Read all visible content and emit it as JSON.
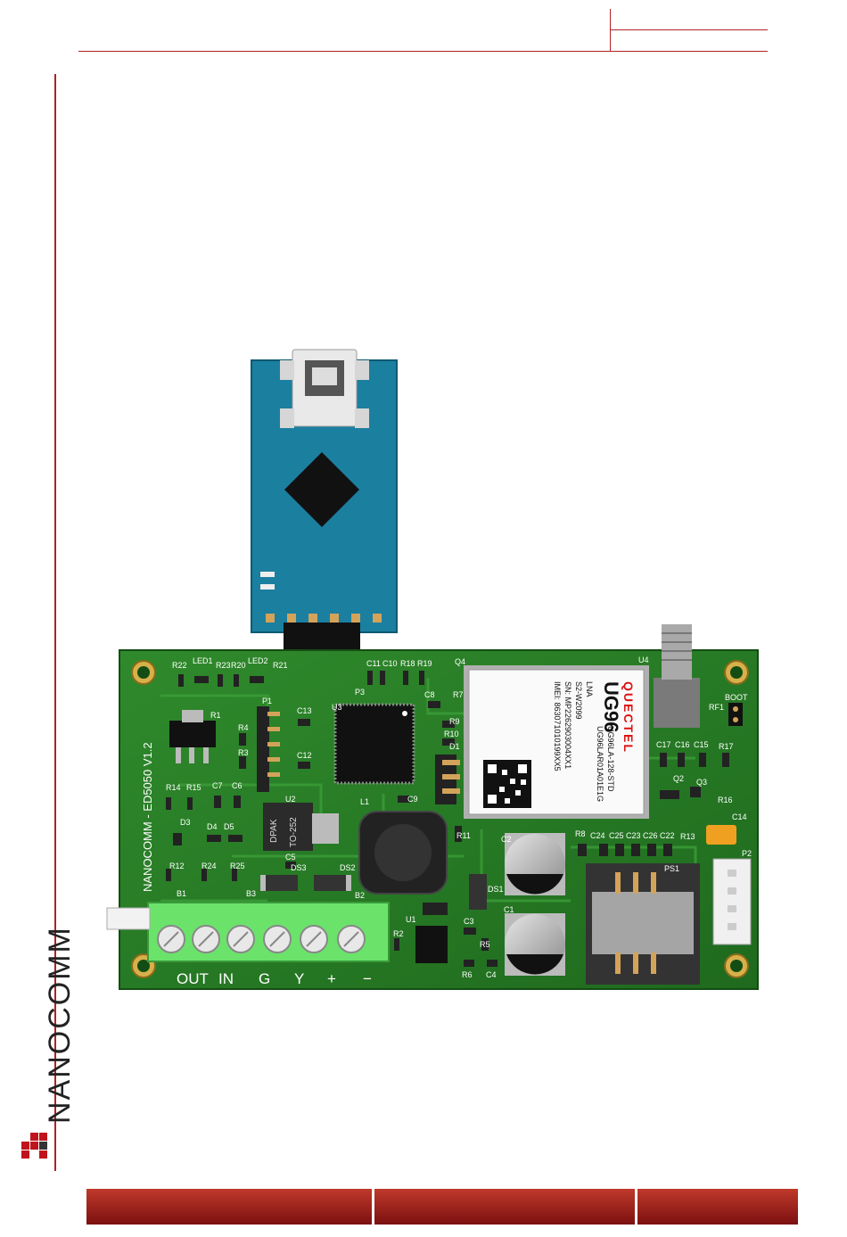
{
  "brand": {
    "logo_text": "NANOCOMM",
    "accent": "#b22222"
  },
  "board": {
    "silkscreen_title": "NANOCOMM - ED5050 V1.2",
    "terminals": [
      "OUT",
      "IN",
      "G",
      "Y",
      "+",
      "−"
    ],
    "module": {
      "maker": "QUECTEL",
      "model": "UG96",
      "part": "UG96LA-128-STD",
      "variant": "UG96LAR01A01E1G",
      "lna": "LNA",
      "s2": "S2-W2099",
      "sn": "SN: MP2262903004XX1",
      "imei": "IMEI: 863071010199XX5"
    },
    "chips": {
      "dpak_1": "DPAK",
      "dpak_2": "TO-252"
    },
    "labels": [
      "R22",
      "LED1",
      "R23",
      "R20",
      "LED2",
      "R21",
      "C11",
      "C10",
      "R18",
      "R19",
      "Q4",
      "U4",
      "R1",
      "P1",
      "P3",
      "U3",
      "C13",
      "C8",
      "R7",
      "R9",
      "R10",
      "D1",
      "BOOT",
      "RF1",
      "R4",
      "R3",
      "C12",
      "C17",
      "C16",
      "C15",
      "R17",
      "R14",
      "R15",
      "C7",
      "C6",
      "U2",
      "L1",
      "C9",
      "Q2",
      "Q3",
      "D3",
      "D4",
      "D5",
      "R16",
      "C14",
      "C5",
      "R8",
      "C24",
      "C25",
      "C23",
      "C26",
      "C22",
      "R13",
      "R12",
      "R24",
      "R25",
      "DS3",
      "DS2",
      "C2",
      "PS1",
      "P2",
      "B1",
      "B3",
      "B2",
      "R11",
      "DS1",
      "C1",
      "U1",
      "R2",
      "C3",
      "R5",
      "R6",
      "C4"
    ]
  }
}
